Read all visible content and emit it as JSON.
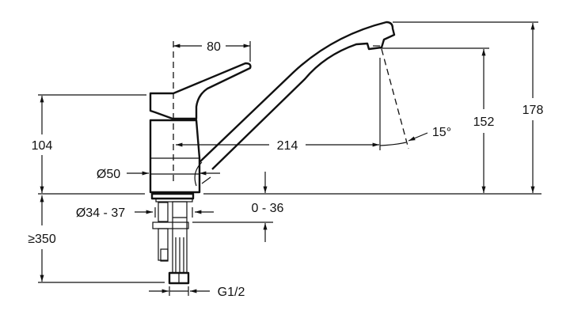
{
  "title": "Single-lever kitchen mixer dimension drawing",
  "dimensions": {
    "lever_reach": "80",
    "body_height": "104",
    "body_diameter": "Ø50",
    "spout_reach": "214",
    "spout_angle": "15°",
    "outlet_height": "152",
    "total_height": "178",
    "hole_diameter": "Ø34 - 37",
    "deck_thickness": "0 - 36",
    "hose_length": "≥350",
    "connection": "G1/2"
  }
}
